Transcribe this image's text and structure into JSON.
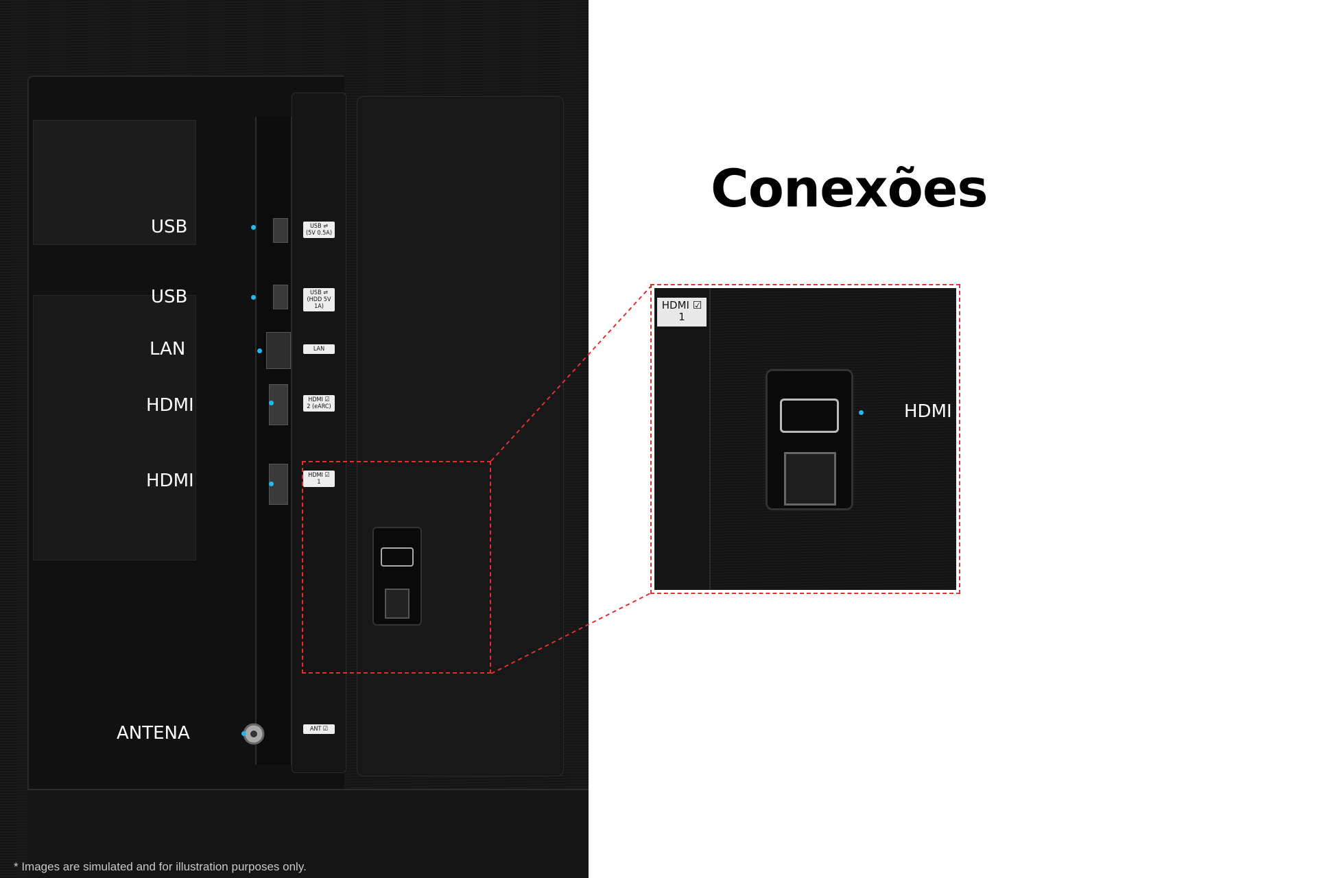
{
  "title": "Conexões",
  "labels": {
    "usb1": "USB",
    "usb2": "USB",
    "lan": "LAN",
    "hdmi2": "HDMI",
    "hdmi1": "HDMI",
    "antena": "ANTENA",
    "zoom_hdmi": "HDMI"
  },
  "port_labels": {
    "usb1_line1": "USB ⇌",
    "usb1_line2": "(5V 0.5A)",
    "usb2_line1": "USB ⇌",
    "usb2_line2": "(HDD 5V 1A)",
    "lan": "LAN",
    "hdmi2_line1": "HDMI ☑",
    "hdmi2_line2": "2 (eARC)",
    "hdmi1_line1": "HDMI ☑",
    "hdmi1_line2": "1",
    "ant": "ANT ☑"
  },
  "zoom_label_line1": "HDMI ☑",
  "zoom_label_line2": "1",
  "disclaimer": "* Images are simulated and for illustration purposes only.",
  "colors": {
    "accent_dot": "#22b8f0",
    "dash": "#e03030"
  }
}
